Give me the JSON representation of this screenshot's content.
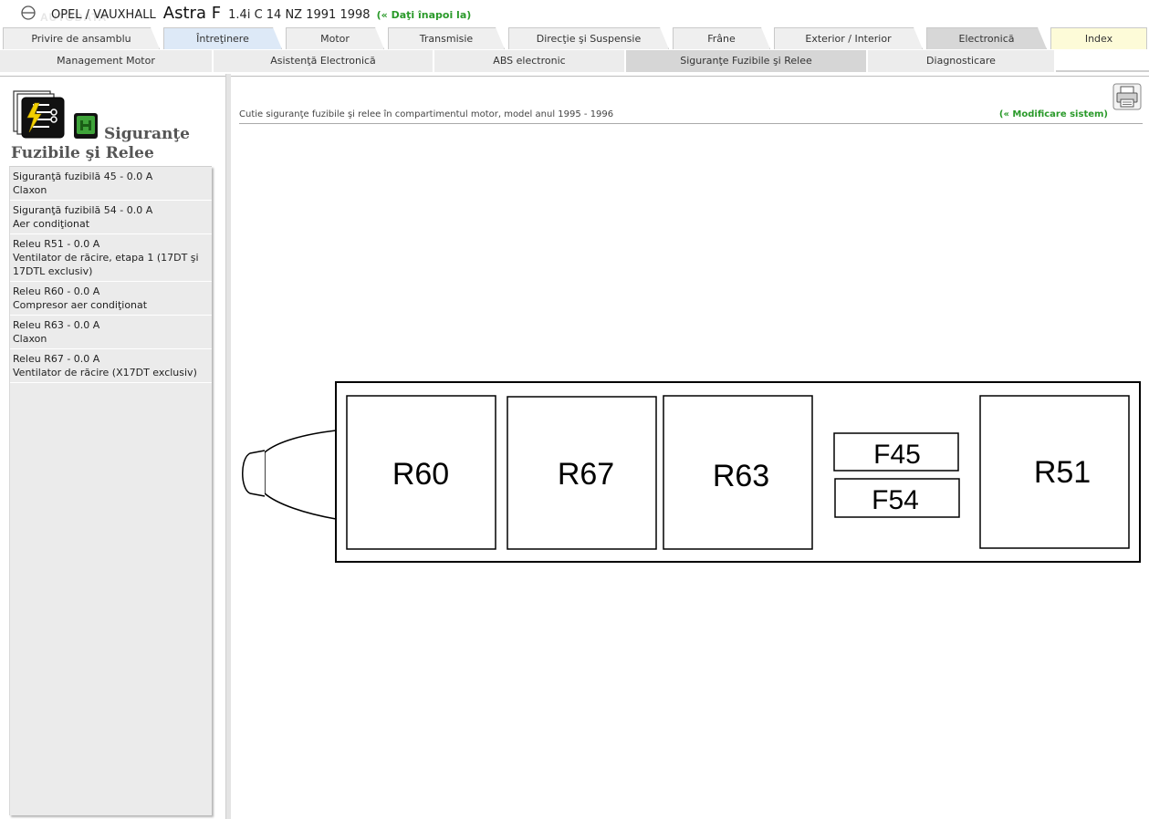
{
  "header": {
    "make": "OPEL / VAUXHALL",
    "model": "Astra F",
    "spec": "1.4i C 14 NZ 1991 1998",
    "back_link": "(« Daţi înapoi la)",
    "watermark": "AUTODATA",
    "logo_icon": "logo-icon"
  },
  "tabs": [
    {
      "label": "Privire de ansamblu"
    },
    {
      "label": "Întreţinere"
    },
    {
      "label": "Motor"
    },
    {
      "label": "Transmisie"
    },
    {
      "label": "Direcţie şi Suspensie"
    },
    {
      "label": "Frâne"
    },
    {
      "label": "Exterior / Interior"
    },
    {
      "label": "Electronică"
    },
    {
      "label": "Index"
    }
  ],
  "subtabs": [
    {
      "label": "Management Motor"
    },
    {
      "label": "Asistenţă Electronică"
    },
    {
      "label": "ABS electronic"
    },
    {
      "label": "Siguranţe Fuzibile şi Relee"
    },
    {
      "label": "Diagnosticare"
    }
  ],
  "colors": {
    "tab_default": "#efefef",
    "tab_maintenance": "#dde9f7",
    "tab_electronics": "#d7d7d7",
    "tab_index": "#fdfbd8",
    "link_green": "#2a9a2a"
  },
  "sidebar": {
    "title_line1": "Siguranţe",
    "title_line2": "Fuzibile şi Relee",
    "items": [
      {
        "name": "Siguranţă fuzibilă 45 - 0.0 A",
        "desc": "Claxon"
      },
      {
        "name": "Siguranţă fuzibilă 54 - 0.0 A",
        "desc": "Aer condiţionat"
      },
      {
        "name": "Releu R51 - 0.0 A",
        "desc": "Ventilator de răcire, etapa 1 (17DT şi 17DTL exclusiv)"
      },
      {
        "name": "Releu R60 - 0.0 A",
        "desc": "Compresor aer condiţionat"
      },
      {
        "name": "Releu R63 - 0.0 A",
        "desc": "Claxon"
      },
      {
        "name": "Releu R67 - 0.0 A",
        "desc": "Ventilator de răcire (X17DT exclusiv)"
      }
    ]
  },
  "main": {
    "caption": "Cutie siguranţe fuzibile şi relee în compartimentul motor, model anul 1995 - 1996",
    "modify_link": "(« Modificare sistem)",
    "print_icon": "printer-icon"
  },
  "diagram": {
    "components": [
      "R60",
      "R67",
      "R63",
      "F45",
      "F54",
      "R51"
    ]
  }
}
